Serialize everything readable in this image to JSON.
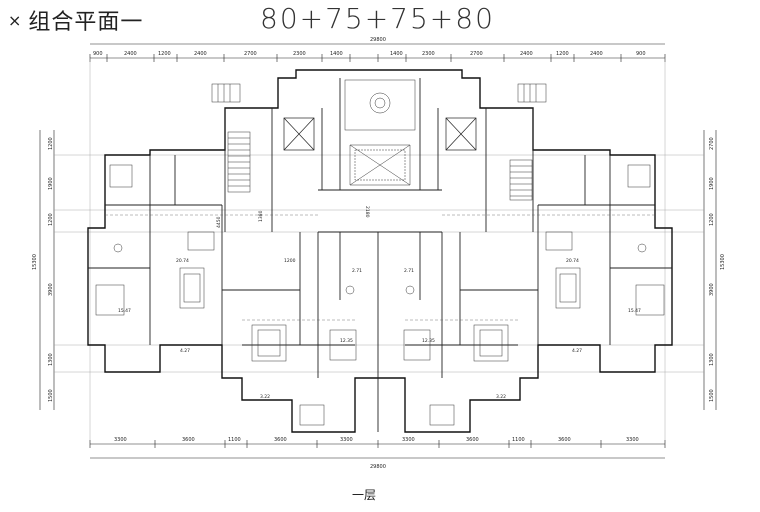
{
  "title": {
    "text": "组合平面一",
    "close_glyph": "×"
  },
  "heading": "80+75+75+80",
  "caption": "一层",
  "overall_dims": {
    "top": "29800",
    "bottom": "29800",
    "side": "15300"
  },
  "top_dims": [
    "900",
    "2400",
    "1200",
    "2400",
    "2700",
    "2300",
    "1400",
    "1400",
    "2300",
    "2700",
    "2400",
    "1200",
    "2400",
    "900"
  ],
  "bottom_dims": [
    "3300",
    "3600",
    "1100",
    "3600",
    "3300",
    "3300",
    "3600",
    "1100",
    "3600",
    "3300"
  ],
  "left_dims": [
    "1200",
    "1900",
    "1200",
    "3900",
    "1300",
    "1500"
  ],
  "right_dims": [
    "2700",
    "1900",
    "1200",
    "3900",
    "1300",
    "1500"
  ],
  "room_labels": {
    "area_living_left": "20.74",
    "area_living_right": "20.74",
    "area_bed_left": "15.47",
    "area_bed_right": "15.47",
    "area_master_center_left": "12.35",
    "area_master_center_right": "12.35",
    "area_small_left": "3.22",
    "area_small_right": "3.22",
    "area_bath_center_left": "2.71",
    "area_bath_center_right": "2.71",
    "area_bath_left": "4.27",
    "area_bath_right": "4.27",
    "dim_1200": "1200",
    "dim_2180": "2180",
    "dim_1380": "1380",
    "dim_4450": "4450"
  }
}
